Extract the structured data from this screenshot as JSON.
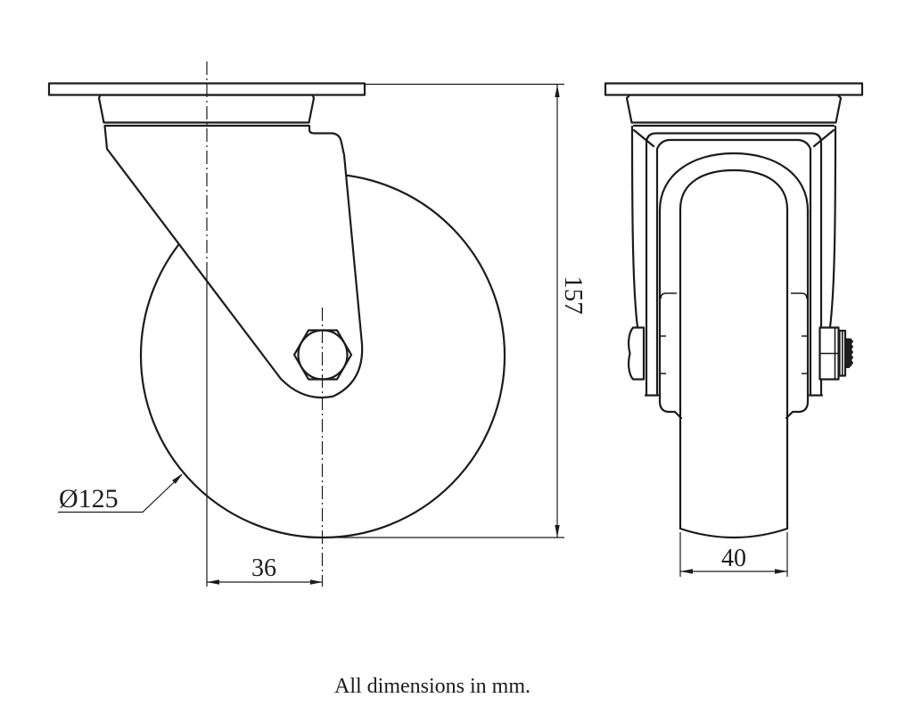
{
  "drawing": {
    "caption": "All dimensions in mm.",
    "dimensions": {
      "wheel_diameter": {
        "label": "Ø125"
      },
      "swivel_offset": {
        "label": "36"
      },
      "overall_height": {
        "label": "157"
      },
      "wheel_width": {
        "label": "40"
      }
    },
    "colors": {
      "ink": "#1c1c1c",
      "background": "#ffffff"
    }
  }
}
